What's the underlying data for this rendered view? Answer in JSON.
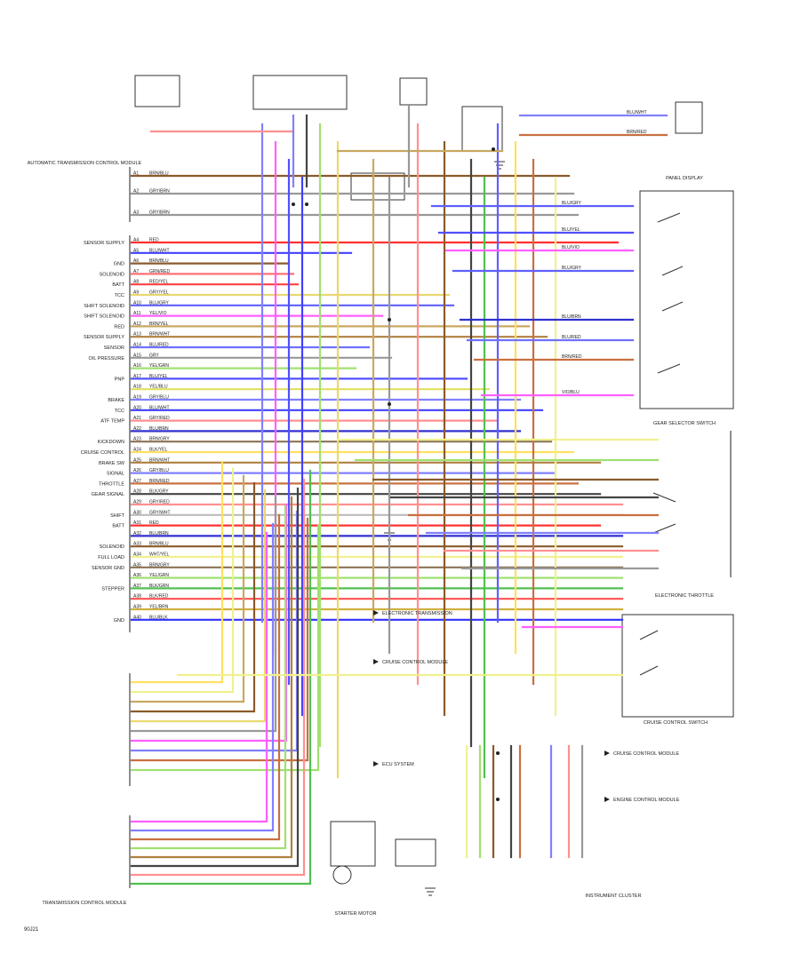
{
  "page": {
    "code": "90J21"
  },
  "diagram": {
    "ecu_title": "AUTOMATIC TRANSMISSION CONTROL MODULE",
    "ecu_pins": [
      {
        "pin": "A1",
        "label": "",
        "wire": "BRN/BLU",
        "color": "#8B5A2B"
      },
      {
        "pin": "A2",
        "label": "",
        "wire": "GRY/BRN",
        "color": "#999999"
      },
      {
        "pin": "A3",
        "label": "",
        "wire": "GRY/BRN",
        "color": "#999999"
      },
      {
        "pin": "A4",
        "label": "SENSOR SUPPLY",
        "wire": "RED",
        "color": "#ff3030"
      },
      {
        "pin": "A5",
        "label": "",
        "wire": "BLU/WHT",
        "color": "#4040ff"
      },
      {
        "pin": "A6",
        "label": "GND",
        "wire": "BRN/BLU",
        "color": "#8B5A2B"
      },
      {
        "pin": "A7",
        "label": "SOLENOID",
        "wire": "GRN/RED",
        "color": "#ff7070"
      },
      {
        "pin": "A8",
        "label": "BATT",
        "wire": "RED/YEL",
        "color": "#ff4040"
      },
      {
        "pin": "A9",
        "label": "TCC",
        "wire": "GRY/YEL",
        "color": "#e8d870"
      },
      {
        "pin": "A10",
        "label": "SHIFT SOLENOID",
        "wire": "BLU/GRY",
        "color": "#6060ff"
      },
      {
        "pin": "A11",
        "label": "SHIFT SOLENOID",
        "wire": "YEL/VIO",
        "color": "#ff60ff"
      },
      {
        "pin": "A12",
        "label": "RED",
        "wire": "BRN/YEL",
        "color": "#c8a860"
      },
      {
        "pin": "A13",
        "label": "SENSOR SUPPLY",
        "wire": "BRN/WHT",
        "color": "#b08040"
      },
      {
        "pin": "A14",
        "label": "SENSOR",
        "wire": "BLU/RED",
        "color": "#7070ff"
      },
      {
        "pin": "A15",
        "label": "OIL PRESSURE",
        "wire": "GRY",
        "color": "#999999"
      },
      {
        "pin": "A16",
        "label": "",
        "wire": "YEL/GRN",
        "color": "#a0e070"
      },
      {
        "pin": "A17",
        "label": "PNP",
        "wire": "BLU/YEL",
        "color": "#5050ff"
      },
      {
        "pin": "A18",
        "label": "",
        "wire": "YEL/BLU",
        "color": "#e0e060"
      },
      {
        "pin": "A19",
        "label": "BRAKE",
        "wire": "GRY/BLU",
        "color": "#8080ff"
      },
      {
        "pin": "A20",
        "label": "TCC",
        "wire": "BLU/WHT",
        "color": "#4040ff"
      },
      {
        "pin": "A21",
        "label": "ATF TEMP",
        "wire": "GRY/RED",
        "color": "#ff9090"
      },
      {
        "pin": "A22",
        "label": "",
        "wire": "BLU/BRN",
        "color": "#3030d0"
      },
      {
        "pin": "A23",
        "label": "KICKDOWN",
        "wire": "BRN/GRY",
        "color": "#8B7355"
      },
      {
        "pin": "A24",
        "label": "CRUISE CONTROL",
        "wire": "BLK/YEL",
        "color": "#ffe060"
      },
      {
        "pin": "A25",
        "label": "BRAKE SW",
        "wire": "BRN/WHT",
        "color": "#b08040"
      },
      {
        "pin": "A26",
        "label": "SIGNAL",
        "wire": "GRY/BLU",
        "color": "#8080ff"
      },
      {
        "pin": "A27",
        "label": "THROTTLE",
        "wire": "BRN/RED",
        "color": "#c87040"
      },
      {
        "pin": "A28",
        "label": "GEAR SIGNAL",
        "wire": "BLK/GRY",
        "color": "#444444"
      },
      {
        "pin": "A29",
        "label": "",
        "wire": "GRY/RED",
        "color": "#ff9090"
      },
      {
        "pin": "A30",
        "label": "SHIFT",
        "wire": "GRY/WHT",
        "color": "#bbbbbb"
      },
      {
        "pin": "A31",
        "label": "BATT",
        "wire": "RED",
        "color": "#ff3030"
      },
      {
        "pin": "A32",
        "label": "",
        "wire": "BLU/BRN",
        "color": "#3030d0"
      },
      {
        "pin": "A33",
        "label": "SOLENOID",
        "wire": "BRN/BLU",
        "color": "#8B5A2B"
      },
      {
        "pin": "A34",
        "label": "FULL LOAD",
        "wire": "WHT/YEL",
        "color": "#f0f090"
      },
      {
        "pin": "A35",
        "label": "SENSOR GND",
        "wire": "BRN/GRY",
        "color": "#8B7355"
      },
      {
        "pin": "A36",
        "label": "",
        "wire": "YEL/GRN",
        "color": "#a0e070"
      },
      {
        "pin": "A37",
        "label": "STEPPER",
        "wire": "BLK/GRN",
        "color": "#50c050"
      },
      {
        "pin": "A38",
        "label": "",
        "wire": "BLK/RED",
        "color": "#ff5050"
      },
      {
        "pin": "A39",
        "label": "",
        "wire": "YEL/BRN",
        "color": "#d0b040"
      },
      {
        "pin": "A40",
        "label": "GND",
        "wire": "BLU/BLK",
        "color": "#3030ff"
      }
    ],
    "right_components": [
      "PANEL DISPLAY",
      "GEAR SELECTOR SWITCH",
      "ELECTRONIC THROTTLE",
      "CRUISE CONTROL SWITCH"
    ],
    "right_labels": [
      {
        "text": "BLU/WHT",
        "color": "#8080ff"
      },
      {
        "text": "BRN/RED",
        "color": "#c87040"
      },
      {
        "text": "BLU/GRY",
        "color": "#6060ff"
      },
      {
        "text": "BLU/YEL",
        "color": "#5050ff"
      },
      {
        "text": "BLU/VIO",
        "color": "#ff60ff"
      },
      {
        "text": "BLU/GRY",
        "color": "#6060ff"
      },
      {
        "text": "BLU/BRN",
        "color": "#3030d0"
      },
      {
        "text": "BLU/RED",
        "color": "#7070ff"
      },
      {
        "text": "BRN/RED",
        "color": "#c87040"
      },
      {
        "text": "VIO/BLU",
        "color": "#ff60ff"
      }
    ],
    "bottom_components": [
      "TRANSMISSION CONTROL MODULE",
      "STARTER MOTOR",
      "INSTRUMENT CLUSTER"
    ],
    "arrow_targets": [
      "ELECTRONIC TRANSMISSION",
      "CRUISE CONTROL MODULE",
      "ECU SYSTEM",
      "CRUISE CONTROL MODULE",
      "ENGINE CONTROL MODULE"
    ]
  }
}
